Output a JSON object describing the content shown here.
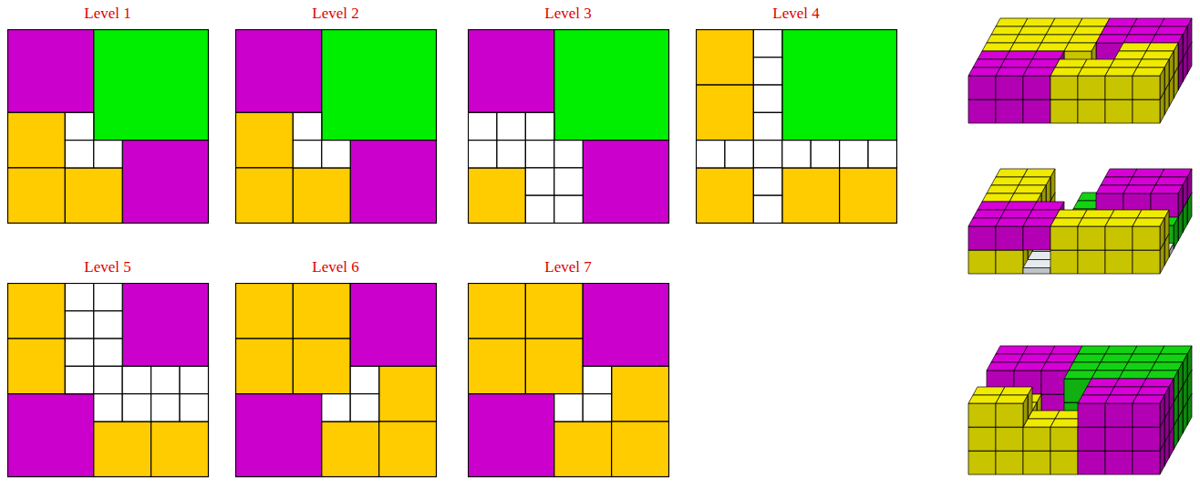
{
  "diagram": {
    "nodes": [
      {
        "text": [
          "Level 1"
        ]
      },
      {
        "text": [
          "Level 2"
        ]
      },
      {
        "text": [
          "Level 3"
        ]
      },
      {
        "text": [
          "Level 4"
        ]
      },
      {
        "text": [
          "Level 5"
        ]
      },
      {
        "text": [
          "Level 6"
        ]
      },
      {
        "text": [
          "Level 7"
        ]
      }
    ]
  }
}
